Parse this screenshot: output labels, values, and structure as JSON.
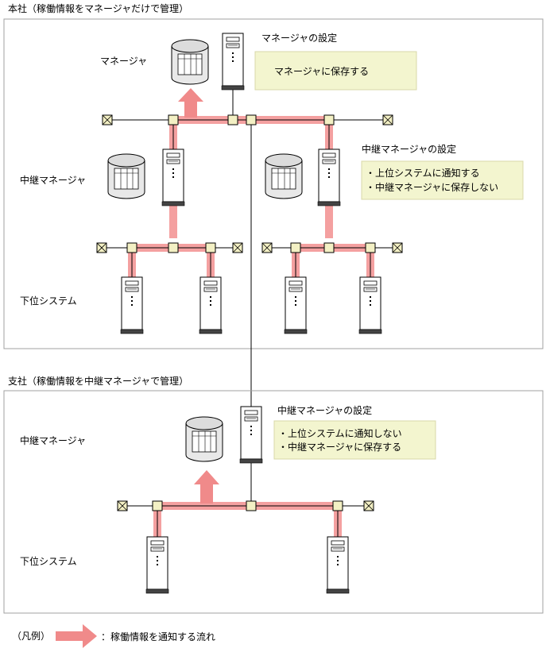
{
  "hq": {
    "title": "本社（稼働情報をマネージャだけで管理）",
    "manager_label": "マネージャ",
    "relay_label": "中継マネージャ",
    "lower_label": "下位システム",
    "manager_setting_title": "マネージャの設定",
    "manager_setting_items": [
      "マネージャに保存する"
    ],
    "relay_setting_title": "中継マネージャの設定",
    "relay_setting_items": [
      "・上位システムに通知する",
      "・中継マネージャに保存しない"
    ]
  },
  "branch": {
    "title": "支社（稼働情報を中継マネージャで管理）",
    "relay_label": "中継マネージャ",
    "lower_label": "下位システム",
    "relay_setting_title": "中継マネージャの設定",
    "relay_setting_items": [
      "・上位システムに通知しない",
      "・中継マネージャに保存する"
    ]
  },
  "legend": {
    "prefix": "（凡例）",
    "description": "：稼働情報を通知する流れ"
  },
  "colors": {
    "flow": "#f4a0a0",
    "arrow": "#f08a8a",
    "setting_box": "#f3f5cf",
    "node": "#f3f0c4",
    "border": "#a0a0a0"
  }
}
